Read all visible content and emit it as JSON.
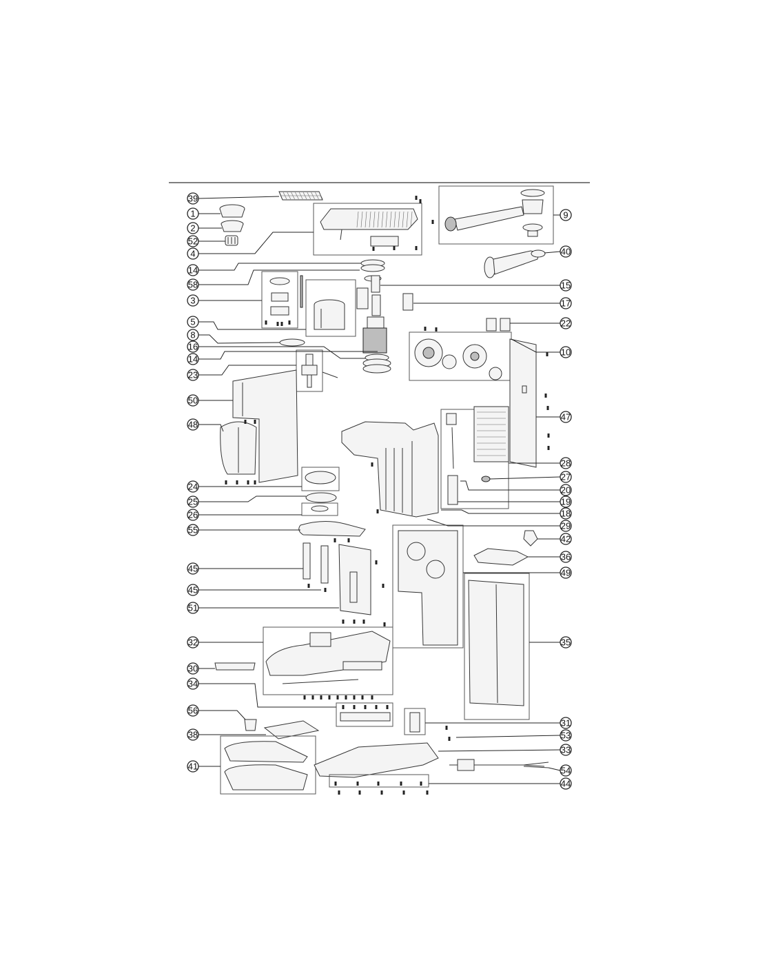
{
  "callouts": {
    "c39": "39",
    "c1": "1",
    "c2": "2",
    "c52": "52",
    "c4": "4",
    "c9": "9",
    "c40": "40",
    "c14a": "14",
    "c58": "58",
    "c15": "15",
    "c3": "3",
    "c17": "17",
    "c5": "5",
    "c22": "22",
    "c8": "8",
    "c10": "10",
    "c16": "16",
    "c14b": "14",
    "c23": "23",
    "c50": "50",
    "c47": "47",
    "c48": "48",
    "c28": "28",
    "c27": "27",
    "c24": "24",
    "c20": "20",
    "c25": "25",
    "c19": "19",
    "c26": "26",
    "c18": "18",
    "c29": "29",
    "c55": "55",
    "c42": "42",
    "c36": "36",
    "c45a": "45",
    "c49": "49",
    "c45b": "45",
    "c51": "51",
    "c32": "32",
    "c35": "35",
    "c30": "30",
    "c34": "34",
    "c56": "56",
    "c31": "31",
    "c38": "38",
    "c53": "53",
    "c33": "33",
    "c41": "41",
    "c54": "54",
    "c44": "44"
  }
}
